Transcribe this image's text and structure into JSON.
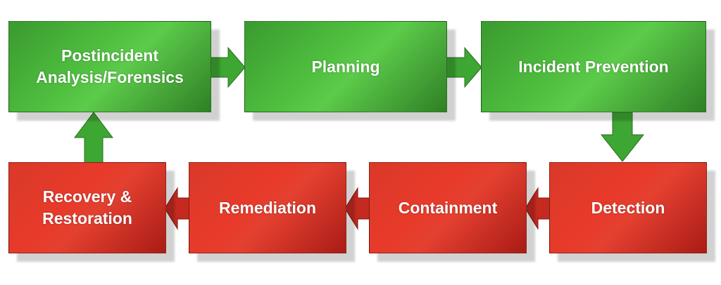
{
  "diagram": {
    "top_row": [
      {
        "id": "postincident",
        "label": "Postincident\nAnalysis/Forensics"
      },
      {
        "id": "planning",
        "label": "Planning"
      },
      {
        "id": "incident-prevention",
        "label": "Incident Prevention"
      }
    ],
    "bottom_row": [
      {
        "id": "recovery",
        "label": "Recovery &\nRestoration"
      },
      {
        "id": "remediation",
        "label": "Remediation"
      },
      {
        "id": "containment",
        "label": "Containment"
      },
      {
        "id": "detection",
        "label": "Detection"
      }
    ],
    "colors": {
      "green": "#4fbe3f",
      "green_dark": "#2f7f25",
      "red": "#e83a2a",
      "red_dark": "#a91c16"
    }
  }
}
